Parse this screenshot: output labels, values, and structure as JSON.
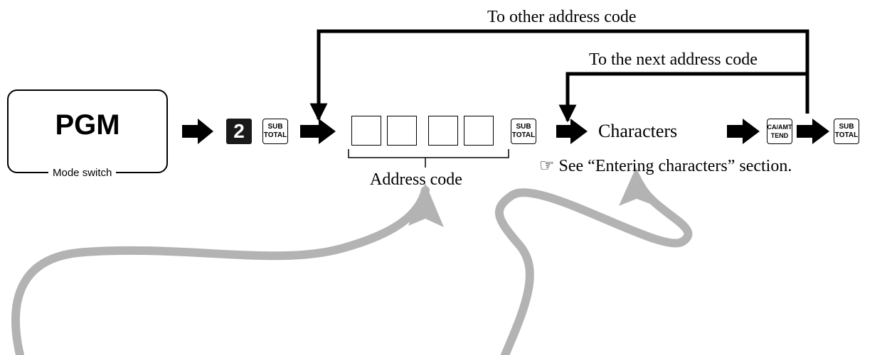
{
  "mode_switch": {
    "title": "PGM",
    "caption": "Mode switch"
  },
  "keys": {
    "number": "2",
    "subtotal_line1": "SUB",
    "subtotal_line2": "TOTAL",
    "ca_line1": "CA/AMT",
    "ca_line2": "TEND"
  },
  "labels": {
    "address_code": "Address code",
    "characters": "Characters",
    "see_note": "☞ See “Entering characters” section.",
    "to_next": "To the next address code",
    "to_other": "To other address code"
  },
  "colors": {
    "line": "#000000",
    "curve": "#b3b3b3"
  }
}
